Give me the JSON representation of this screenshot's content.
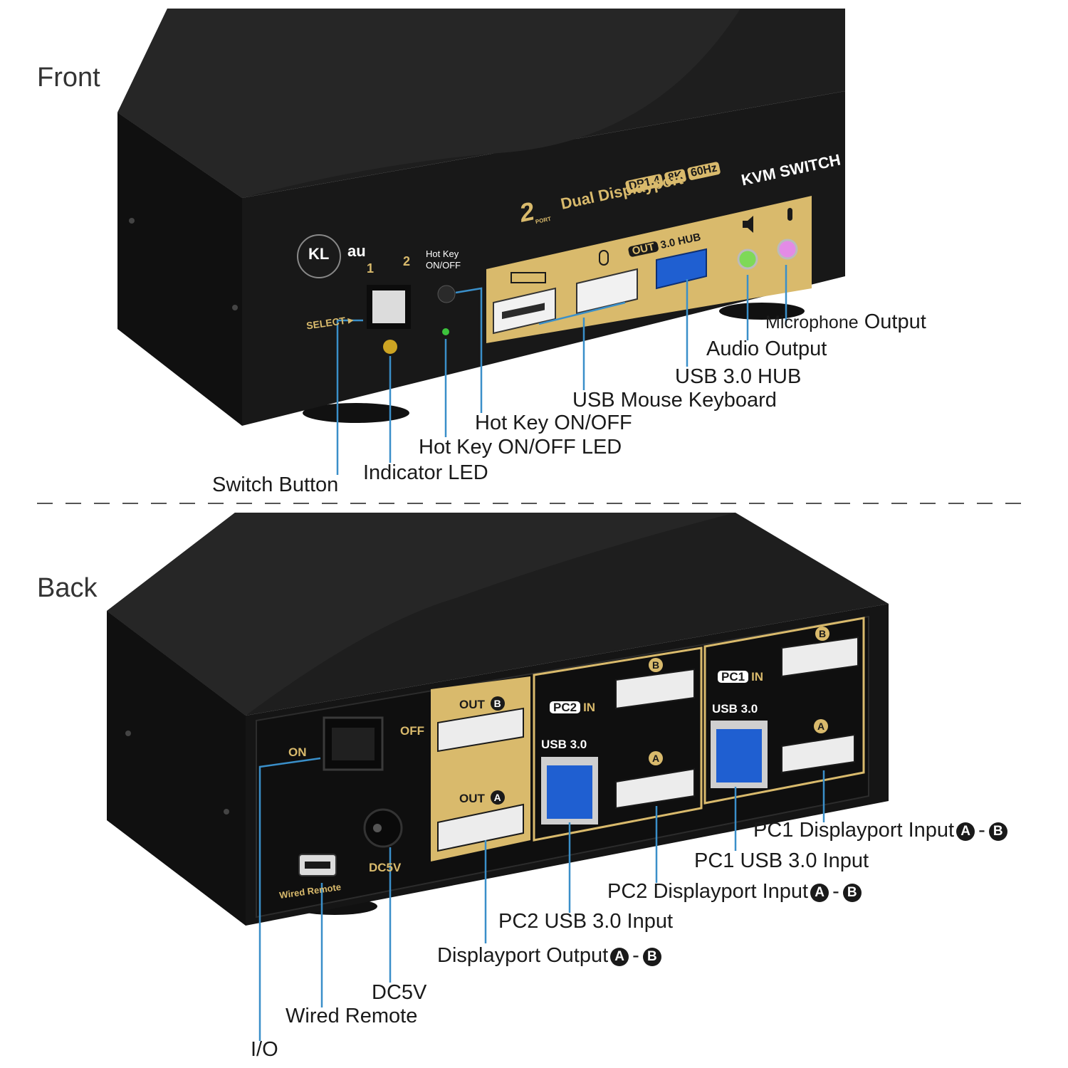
{
  "sections": {
    "front": "Front",
    "back": "Back"
  },
  "colors": {
    "leader": "#3a8fc9",
    "device_body": "#151515",
    "gold_panel": "#d9ba6c",
    "usb3_blue": "#1f5fd1",
    "audio_green": "#7ed957",
    "mic_pink": "#e38be6"
  },
  "front_callouts": {
    "microphone_prefix": "Microphone",
    "microphone_suffix": "Output",
    "audio_output": "Audio Output",
    "usb_hub": "USB 3.0 HUB",
    "usb_mouse_keyboard": "USB Mouse Keyboard",
    "hotkey": "Hot Key ON/OFF",
    "hotkey_led": "Hot Key ON/OFF LED",
    "indicator_led": "Indicator LED",
    "switch_button": "Switch Button"
  },
  "back_callouts": {
    "pc1_dp_input": "PC1 Displayport Input",
    "pc1_usb_input": "PC1 USB 3.0 Input",
    "pc2_dp_input": "PC2 Displayport Input",
    "pc2_usb_input": "PC2 USB 3.0 Input",
    "dp_output": "Displayport Output",
    "dc5v": "DC5V",
    "wired_remote": "Wired Remote",
    "io": "I/O",
    "port_a": "A",
    "port_b": "B",
    "range_sep": "-"
  },
  "front_device": {
    "logo_kl": "KL",
    "logo_au": "au",
    "port_1": "1",
    "port_2": "2",
    "hotkey_label_line1": "Hot Key",
    "hotkey_label_line2": "ON/OFF",
    "select": "SELECT ▸",
    "badge_dp": "DP1.4",
    "badge_8k": "8K",
    "badge_60hz": "60Hz",
    "kvm_switch": "KVM SWITCH",
    "port_count": "2",
    "port_word": "PORT",
    "product_name": "Dual Displayport",
    "out_badge": "OUT",
    "hub_label": "3.0 HUB"
  },
  "back_device": {
    "on": "ON",
    "off": "OFF",
    "dc5v": "DC5V",
    "wired_remote": "Wired Remote",
    "out_b": "OUT",
    "out_a": "OUT",
    "pc2_badge": "PC2",
    "pc1_badge": "PC1",
    "in_label": "IN",
    "usb30": "USB 3.0",
    "port_a": "A",
    "port_b": "B"
  }
}
